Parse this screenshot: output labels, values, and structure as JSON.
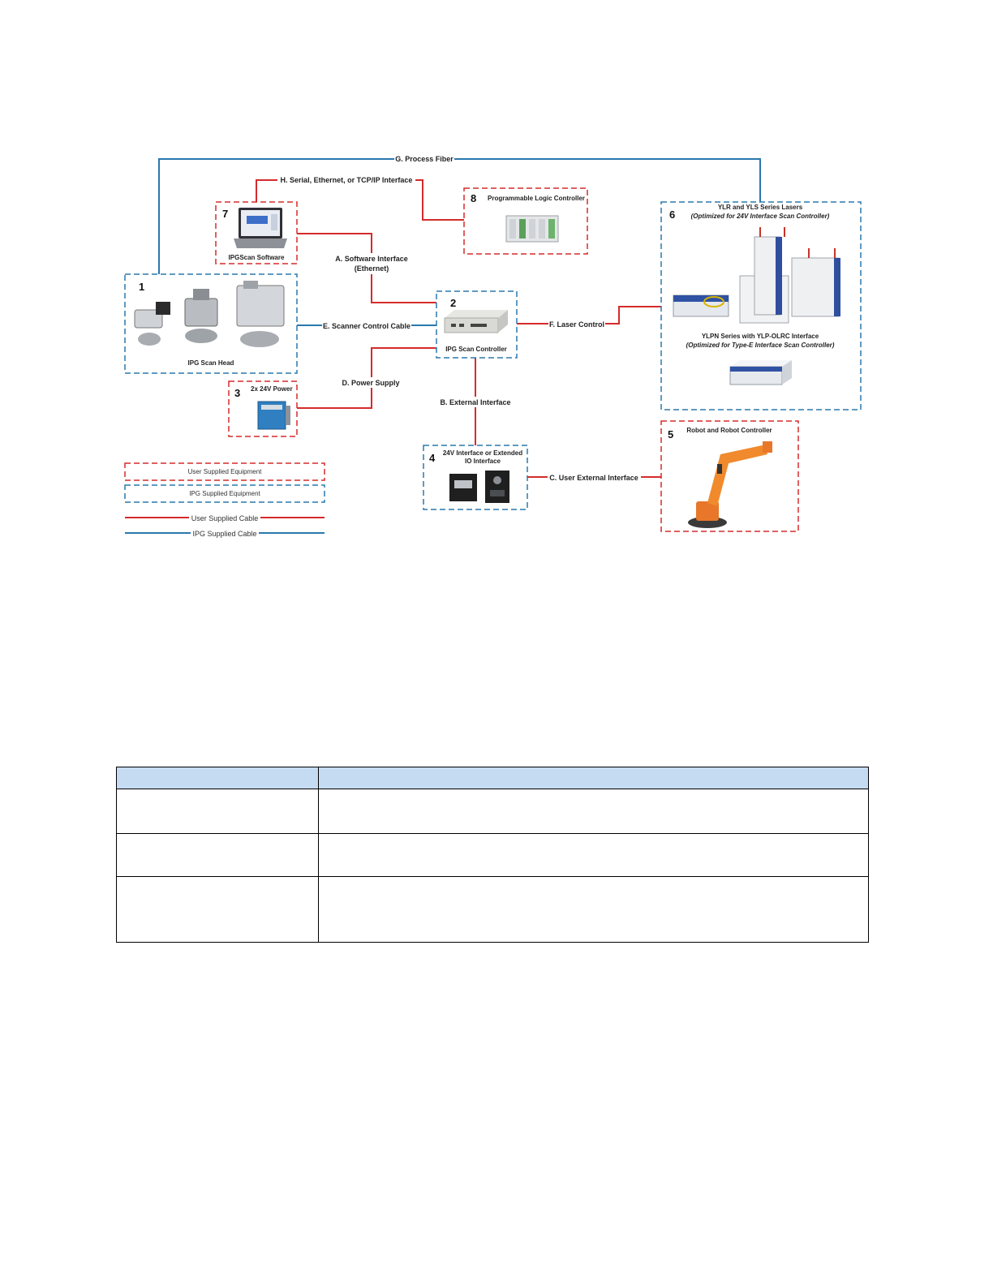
{
  "colors": {
    "user": "#d52b2b",
    "ipg": "#2a78ad"
  },
  "cables": {
    "g": "G. Process Fiber",
    "h": "H. Serial, Ethernet, or TCP/IP Interface",
    "a1": "A. Software Interface",
    "a2": "(Ethernet)",
    "e": "E. Scanner Control Cable",
    "f": "F. Laser Control",
    "d": "D. Power Supply",
    "b": "B. External Interface",
    "c": "C. User External Interface"
  },
  "boxes": {
    "b1": {
      "num": "1",
      "label": "IPG Scan Head"
    },
    "b2": {
      "num": "2",
      "label": "IPG Scan Controller"
    },
    "b3": {
      "num": "3",
      "label": "2x 24V Power"
    },
    "b4": {
      "num": "4",
      "label1": "24V Interface or Extended",
      "label2": "IO Interface"
    },
    "b5": {
      "num": "5",
      "label": "Robot and Robot Controller"
    },
    "b6": {
      "num": "6",
      "title1": "YLR and YLS Series Lasers",
      "title2": "(Optimized for 24V Interface Scan Controller)",
      "sub1": "YLPN Series with YLP-OLRC Interface",
      "sub2": "(Optimized for Type-E Interface Scan Controller)"
    },
    "b7": {
      "num": "7",
      "label": "IPGScan Software"
    },
    "b8": {
      "num": "8",
      "label": "Programmable Logic Controller"
    }
  },
  "legend": {
    "user_equipment": "User Supplied Equipment",
    "ipg_equipment": "IPG Supplied Equipment",
    "user_cable": "User Supplied Cable",
    "ipg_cable": "IPG Supplied Cable"
  }
}
